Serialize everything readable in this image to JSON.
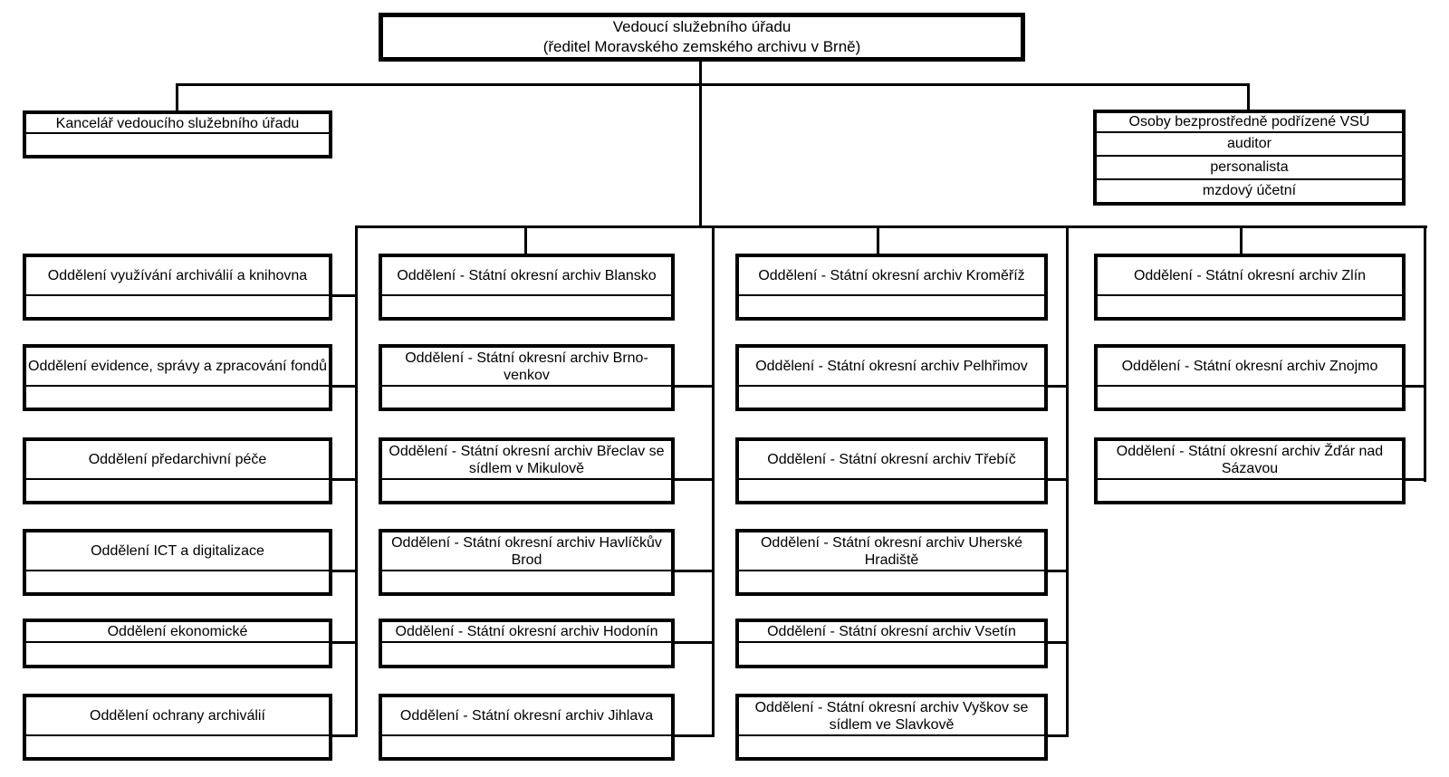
{
  "root_box": {
    "line1": "Vedoucí služebního úřadu",
    "line2": "(ředitel Moravského zemského archivu v Brně)"
  },
  "kancelar_box": {
    "label": "Kancelář vedoucího služebního úřadu"
  },
  "osoby_box": {
    "label": "Osoby bezprostředně podřízené VSÚ",
    "rows": [
      "auditor",
      "personalista",
      "mzdový účetní"
    ]
  },
  "columns": [
    {
      "boxes": [
        {
          "label": "Oddělení využívání archiválií a knihovna"
        },
        {
          "label": "Oddělení evidence, správy a zpracování fondů"
        },
        {
          "label": "Oddělení předarchivní péče"
        },
        {
          "label": "Oddělení ICT a digitalizace"
        },
        {
          "label": "Oddělení ekonomické"
        },
        {
          "label": "Oddělení ochrany archiválií"
        }
      ]
    },
    {
      "boxes": [
        {
          "label": "Oddělení - Státní okresní archiv Blansko"
        },
        {
          "label": "Oddělení - Státní okresní archiv Brno-venkov"
        },
        {
          "label": "Oddělení - Státní okresní archiv Břeclav se sídlem v Mikulově"
        },
        {
          "label": "Oddělení - Státní okresní archiv Havlíčkův Brod"
        },
        {
          "label": "Oddělení - Státní okresní archiv Hodonín"
        },
        {
          "label": "Oddělení - Státní okresní archiv Jihlava"
        }
      ]
    },
    {
      "boxes": [
        {
          "label": "Oddělení - Státní okresní archiv Kroměříž"
        },
        {
          "label": "Oddělení - Státní okresní archiv Pelhřimov"
        },
        {
          "label": "Oddělení - Státní okresní archiv Třebíč"
        },
        {
          "label": "Oddělení - Státní okresní archiv Uherské Hradiště"
        },
        {
          "label": "Oddělení - Státní okresní archiv Vsetín"
        },
        {
          "label": "Oddělení - Státní okresní archiv Vyškov se sídlem ve Slavkově"
        }
      ]
    },
    {
      "boxes": [
        {
          "label": "Oddělení - Státní okresní archiv Zlín"
        },
        {
          "label": "Oddělení - Státní okresní archiv Znojmo"
        },
        {
          "label": "Oddělení - Státní okresní archiv Žďár nad Sázavou"
        }
      ]
    }
  ],
  "colors": {
    "background": "#ffffff",
    "line": "#000000",
    "box_fill": "#ffffff",
    "text": "#000000"
  }
}
